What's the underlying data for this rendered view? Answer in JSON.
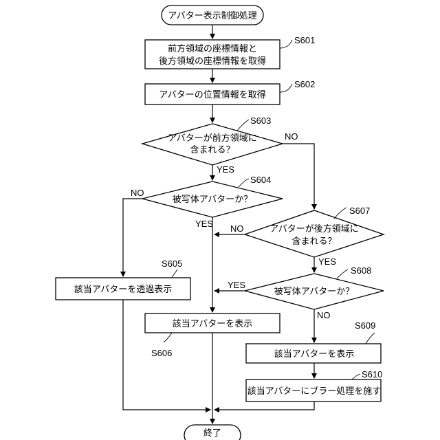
{
  "start": "アバター表示制御処理",
  "end": "終了",
  "steps": {
    "s601": {
      "id": "S601",
      "line1": "前方領域の座標情報と",
      "line2": "後方領域の座標情報を取得"
    },
    "s602": {
      "id": "S602",
      "text": "アバターの位置情報を取得"
    },
    "s603": {
      "id": "S603",
      "line1": "アバターが前方領域に",
      "line2": "含まれる？"
    },
    "s604": {
      "id": "S604",
      "text": "被写体アバターか？"
    },
    "s605": {
      "id": "S605",
      "text": "該当アバターを透過表示"
    },
    "s606": {
      "id": "S606",
      "text": "該当アバターを表示"
    },
    "s607": {
      "id": "S607",
      "line1": "アバターが後方領域に",
      "line2": "含まれる？"
    },
    "s608": {
      "id": "S608",
      "text": "被写体アバターか？"
    },
    "s609": {
      "id": "S609",
      "text": "該当アバターを表示"
    },
    "s610": {
      "id": "S610",
      "text": "該当アバターにブラー処理を施す"
    }
  },
  "branches": {
    "yes": "YES",
    "no": "NO"
  }
}
